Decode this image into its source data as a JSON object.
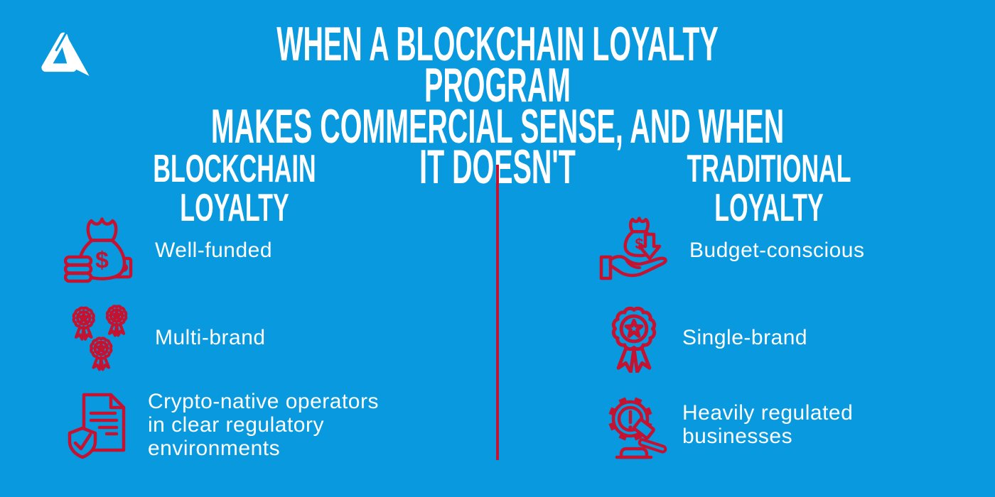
{
  "page": {
    "background_color": "#0899DE",
    "accent_color": "#C41230",
    "text_color": "#FFFFFF"
  },
  "logo": {
    "icon": "brand-a-logo-icon"
  },
  "title": {
    "lines": [
      "WHEN A BLOCKCHAIN LOYALTY PROGRAM",
      "MAKES COMMERCIAL SENSE, AND WHEN IT DOESN'T"
    ]
  },
  "divider": {
    "color": "#C41230"
  },
  "columns": [
    {
      "header": "BLOCKCHAIN LOYALTY",
      "items": [
        {
          "icon": "money-bag-coins-icon",
          "label": [
            "Well-funded"
          ]
        },
        {
          "icon": "multi-award-badges-icon",
          "label": [
            "Multi-brand"
          ]
        },
        {
          "icon": "document-shield-check-icon",
          "label": [
            "Crypto-native operators",
            "in clear regulatory",
            "environments"
          ]
        }
      ]
    },
    {
      "header": "TRADITIONAL LOYALTY",
      "items": [
        {
          "icon": "hand-money-bag-decrease-icon",
          "label": [
            "Budget-conscious"
          ]
        },
        {
          "icon": "single-award-badge-icon",
          "label": [
            "Single-brand"
          ]
        },
        {
          "icon": "gear-gavel-regulation-icon",
          "label": [
            "Heavily regulated",
            "businesses"
          ]
        }
      ]
    }
  ]
}
